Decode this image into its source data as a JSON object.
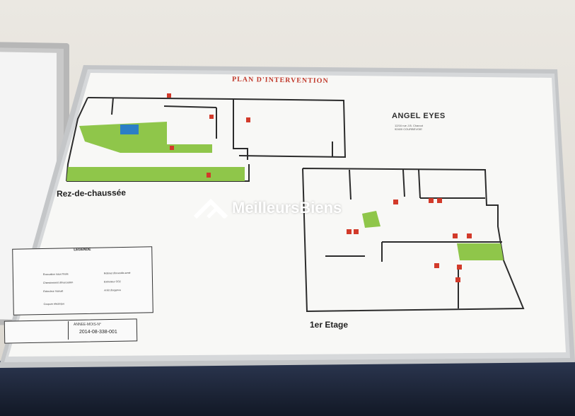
{
  "plan": {
    "title": "PLAN D'INTERVENTION",
    "company": "ANGEL EYES",
    "address_lines": [
      "12/16 rue J.B. Charcot",
      "92400 COURBEVOIE"
    ],
    "ground_floor_label": "Rez-de-chaussée",
    "first_floor_label": "1er Etage"
  },
  "watermark": {
    "brand": "MeilleursBiens",
    "logo_icon": "house-roof-icon"
  },
  "legend": {
    "title": "LEGENDE",
    "items": [
      "Evacuation issue finale",
      "Cheminement d'évacuation",
      "Extincteur manuel",
      "Coupure électrique",
      "Robinet d'incendie armé",
      "Extincteur CO2",
      "Arrêt d'urgence"
    ]
  },
  "signature": {
    "label": "ANNEE-MOIS-N°",
    "reference": "2014-08-338-001"
  },
  "colors": {
    "evacuation_green": "#8fc64a",
    "wall_dark": "#2c2c2c",
    "title_red": "#c0392b",
    "frame_silver": "#c4c6c8",
    "background_blue": "#1c2436"
  }
}
